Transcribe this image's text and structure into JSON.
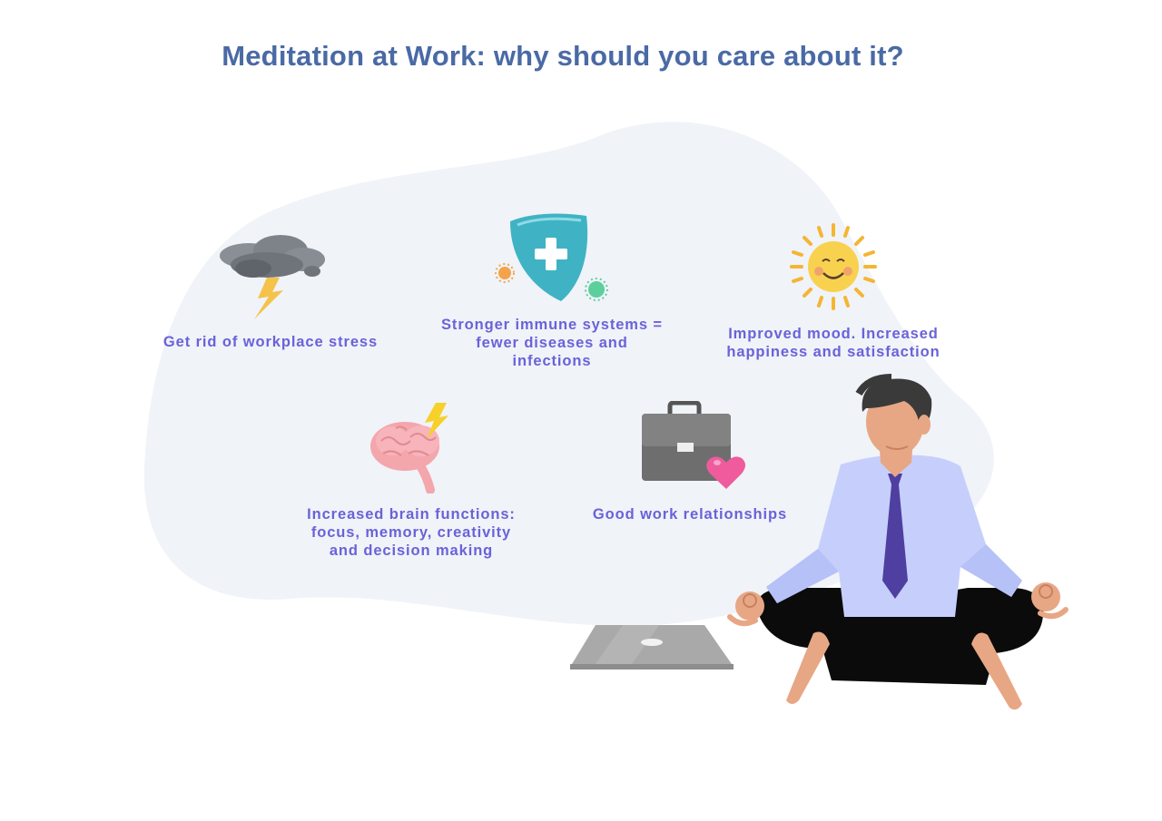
{
  "title": "Meditation at Work: why should you care about it?",
  "benefits": [
    {
      "text": "Get rid of workplace stress",
      "icon": "storm-cloud-icon"
    },
    {
      "text": "Stronger immune systems =\nfewer diseases and\ninfections",
      "icon": "shield-cross-icon"
    },
    {
      "text": "Improved mood. Increased\nhappiness and satisfaction",
      "icon": "smiling-sun-icon"
    },
    {
      "text": "Increased brain functions:\nfocus, memory, creativity\nand decision making",
      "icon": "brain-icon"
    },
    {
      "text": "Good work relationships",
      "icon": "briefcase-heart-icon"
    }
  ],
  "illustration": {
    "subject": "meditating-man",
    "device": "laptop"
  },
  "colors": {
    "title": "#4a6aa5",
    "caption": "#6a62d9",
    "blob": "#f0f3f8",
    "shield": "#3fb3c4",
    "sun": "#f8d24f",
    "brain": "#f4a6ad",
    "briefcase": "#7a7a7a",
    "shirt": "#c6cffb",
    "tie": "#4e3fa1"
  }
}
